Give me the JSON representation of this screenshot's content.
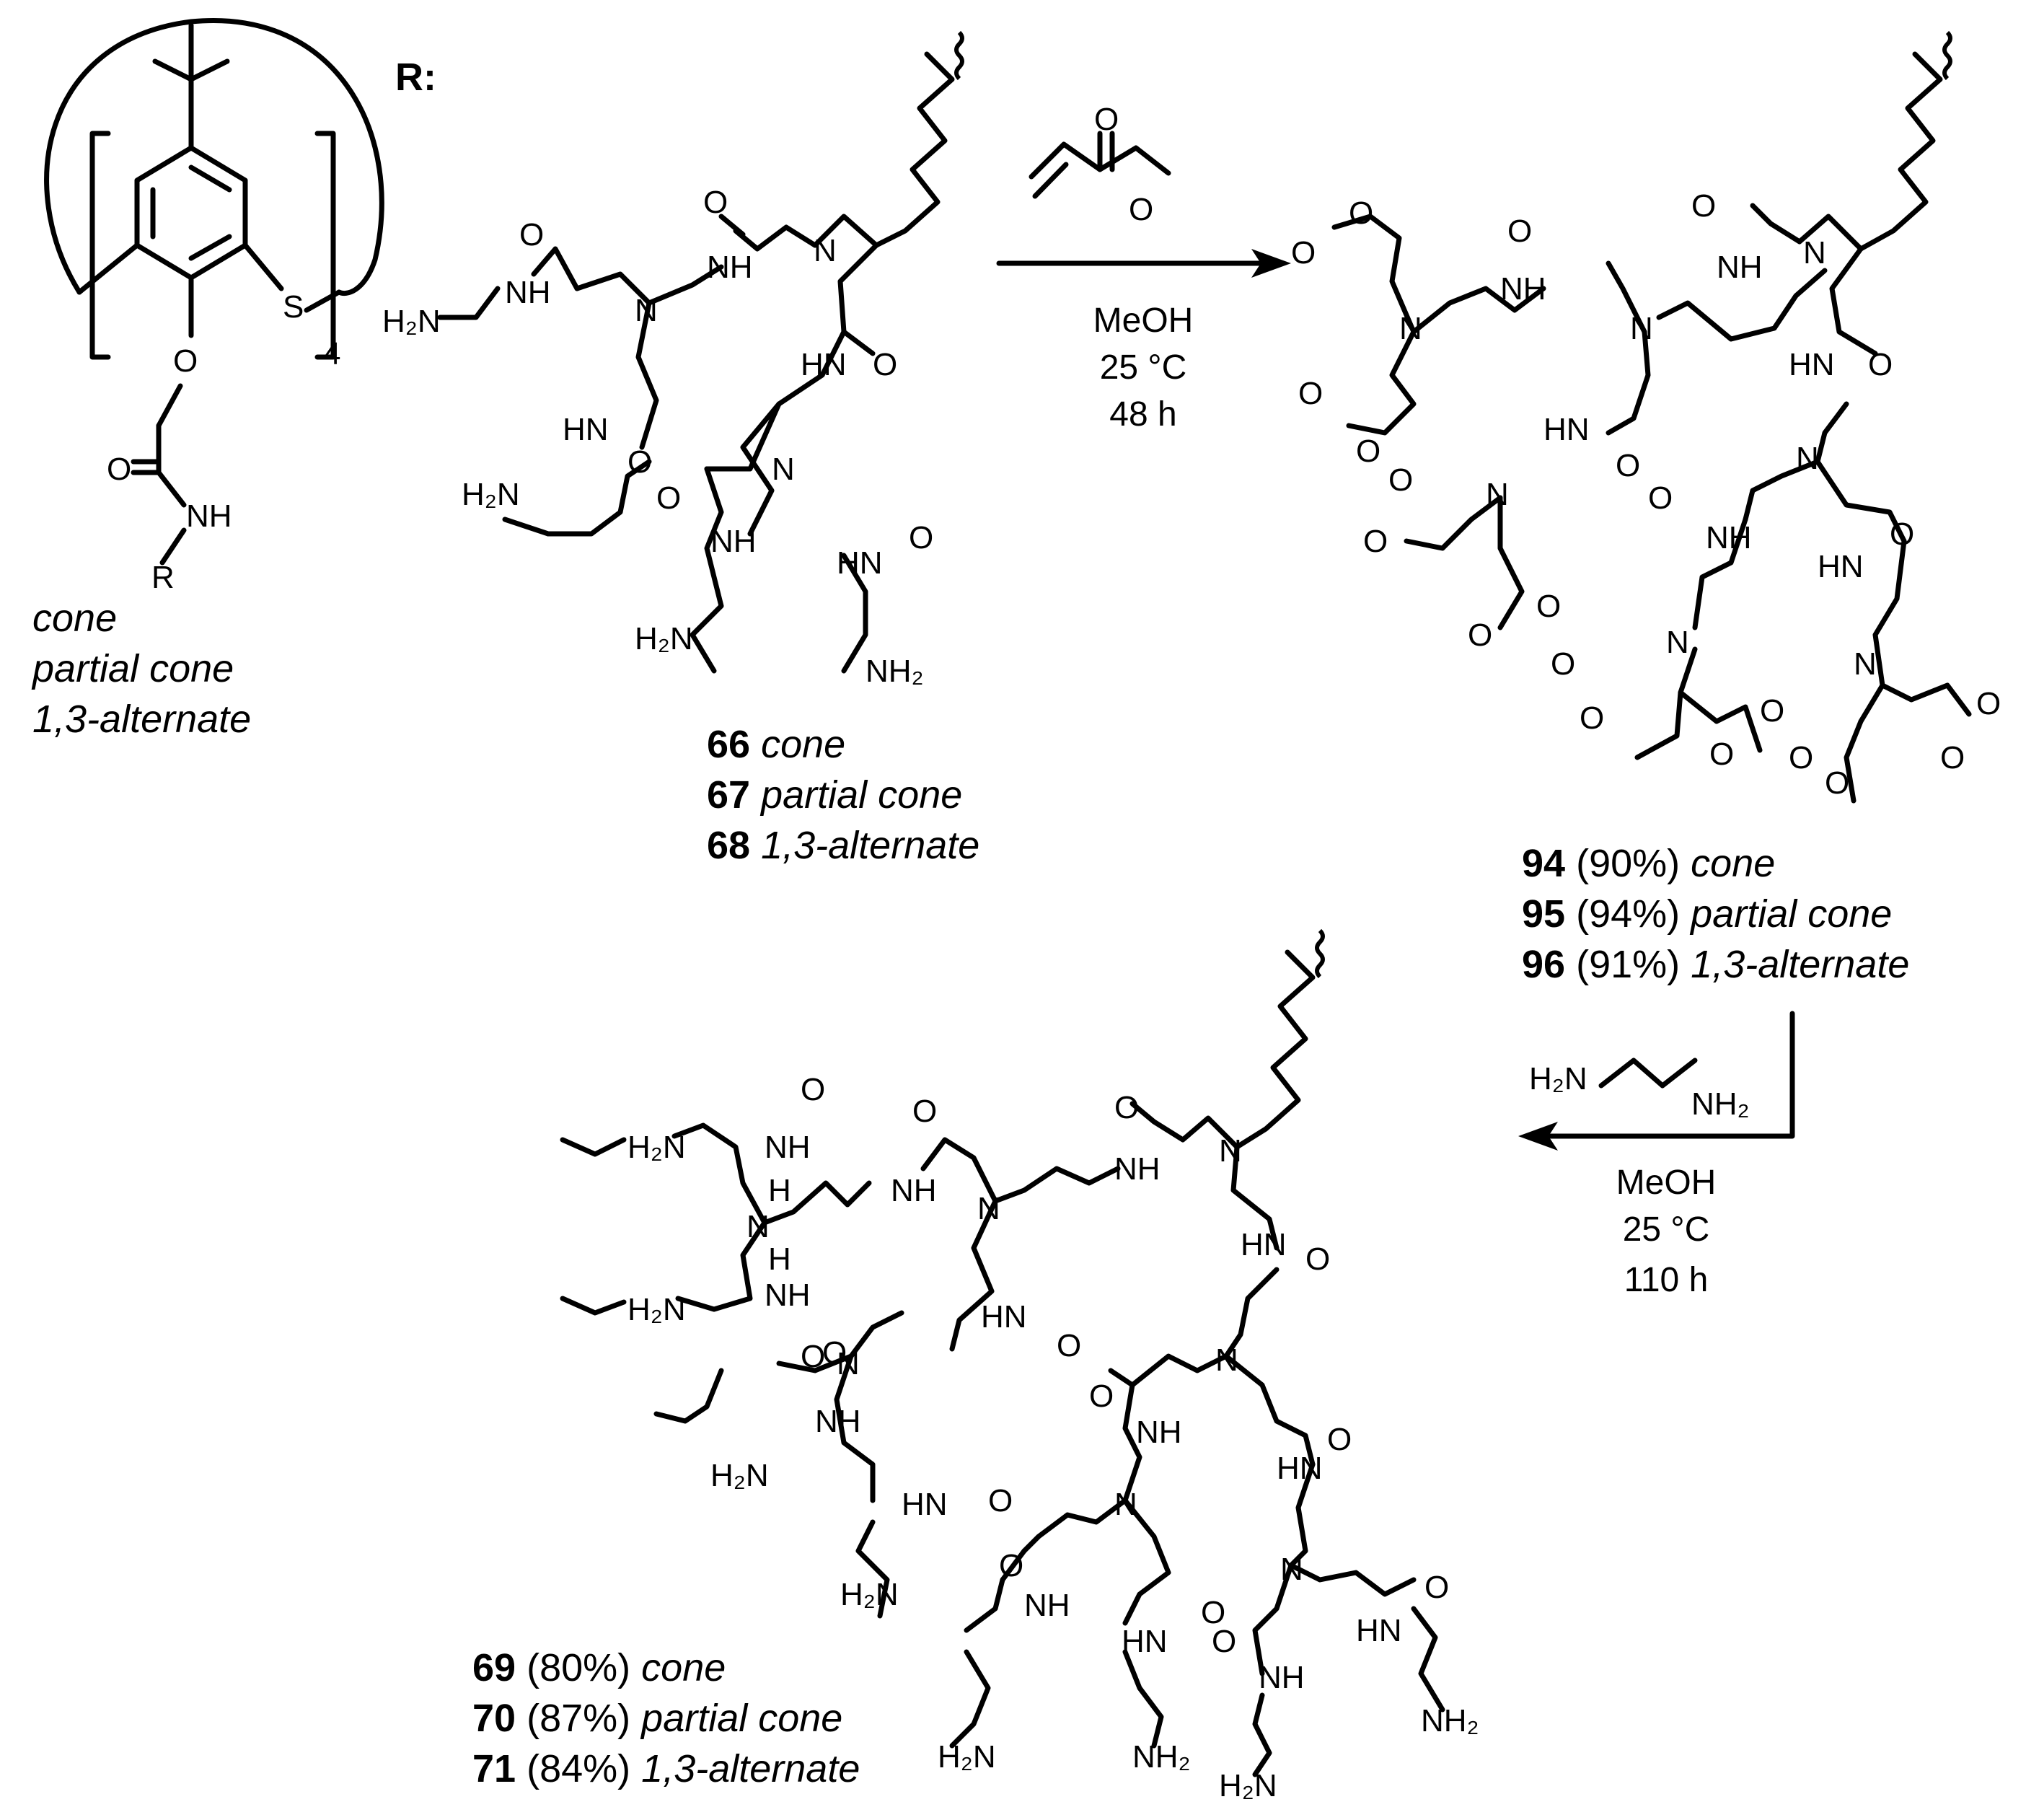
{
  "core": {
    "r_label": "R:",
    "repeat_subscript": "4",
    "conformers": [
      "cone",
      "partial cone",
      "1,3-alternate"
    ]
  },
  "atoms": {
    "S": "S",
    "O": "O",
    "NH": "NH",
    "HN": "HN",
    "N": "N",
    "R": "R",
    "H": "H",
    "H2N": "H₂N",
    "NH2": "NH₂"
  },
  "step1": {
    "conditions": [
      "MeOH",
      "25 °C",
      "48 h"
    ]
  },
  "step2": {
    "conditions": [
      "MeOH",
      "25 °C",
      "110 h"
    ]
  },
  "compounds_g1": [
    {
      "id": "66",
      "conf": "cone"
    },
    {
      "id": "67",
      "conf": "partial cone"
    },
    {
      "id": "68",
      "conf": "1,3-alternate"
    }
  ],
  "compounds_ester": [
    {
      "id": "94",
      "yield": "(90%)",
      "conf": "cone"
    },
    {
      "id": "95",
      "yield": "(94%)",
      "conf": "partial cone"
    },
    {
      "id": "96",
      "yield": "(91%)",
      "conf": "1,3-alternate"
    }
  ],
  "compounds_g2": [
    {
      "id": "69",
      "yield": "(80%)",
      "conf": "cone"
    },
    {
      "id": "70",
      "yield": "(87%)",
      "conf": "partial cone"
    },
    {
      "id": "71",
      "yield": "(84%)",
      "conf": "1,3-alternate"
    }
  ]
}
